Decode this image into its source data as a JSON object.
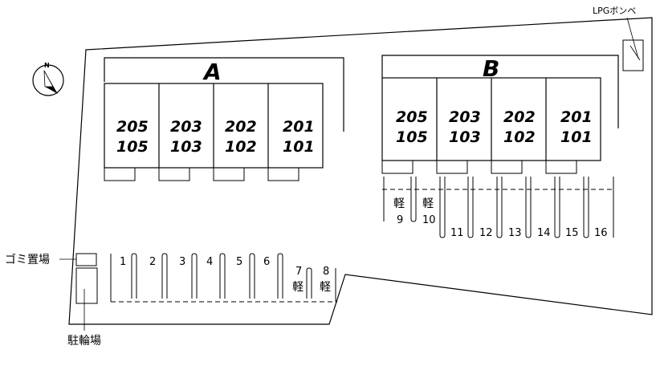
{
  "legend": {
    "compass": "north-arrow",
    "lpg": "LPGボンベ",
    "garbage": "ゴミ置場",
    "bicycle": "駐輪場"
  },
  "building_a": {
    "name": "A",
    "units": [
      {
        "upper": "205",
        "lower": "105"
      },
      {
        "upper": "203",
        "lower": "103"
      },
      {
        "upper": "202",
        "lower": "102"
      },
      {
        "upper": "201",
        "lower": "101"
      }
    ]
  },
  "building_b": {
    "name": "B",
    "units": [
      {
        "upper": "205",
        "lower": "105"
      },
      {
        "upper": "203",
        "lower": "103"
      },
      {
        "upper": "202",
        "lower": "102"
      },
      {
        "upper": "201",
        "lower": "101"
      }
    ]
  },
  "parking": {
    "kei_label": "軽",
    "left_row": [
      {
        "number": "1",
        "kei": false
      },
      {
        "number": "2",
        "kei": false
      },
      {
        "number": "3",
        "kei": false
      },
      {
        "number": "4",
        "kei": false
      },
      {
        "number": "5",
        "kei": false
      },
      {
        "number": "6",
        "kei": false
      },
      {
        "number": "7",
        "kei": true
      },
      {
        "number": "8",
        "kei": true
      }
    ],
    "right_row": [
      {
        "number": "9",
        "kei": true
      },
      {
        "number": "10",
        "kei": true
      },
      {
        "number": "11",
        "kei": false
      },
      {
        "number": "12",
        "kei": false
      },
      {
        "number": "13",
        "kei": false
      },
      {
        "number": "14",
        "kei": false
      },
      {
        "number": "15",
        "kei": false
      },
      {
        "number": "16",
        "kei": false
      }
    ]
  }
}
